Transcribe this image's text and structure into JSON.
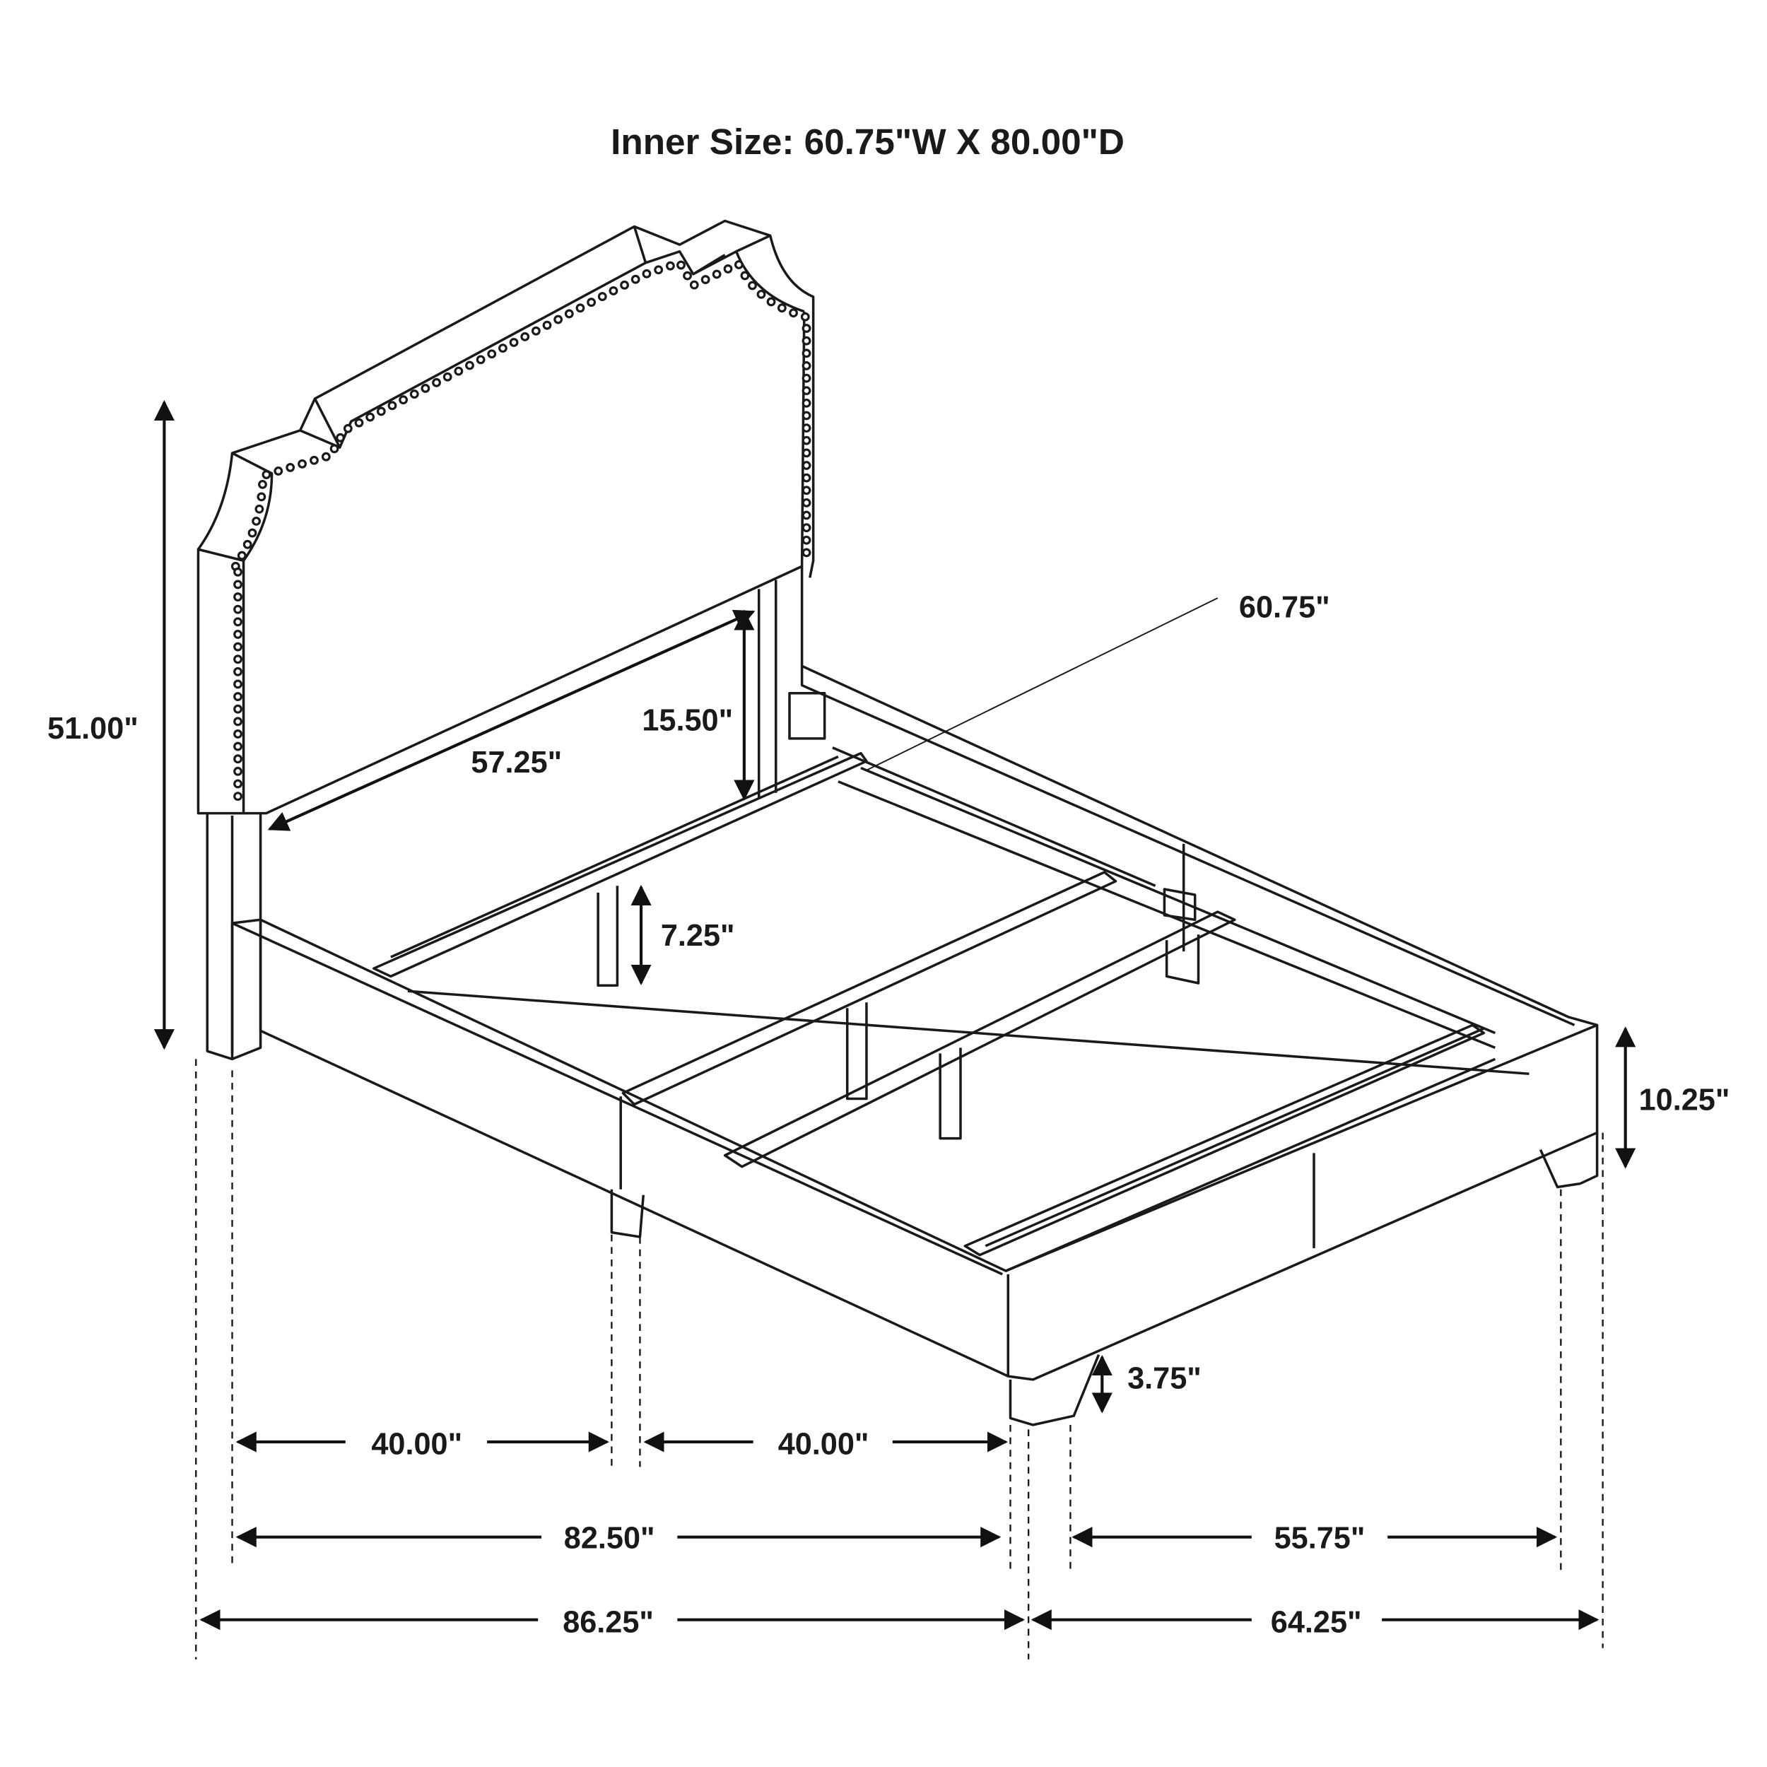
{
  "title": "Inner Size: 60.75\"W X 80.00\"D",
  "dimensions": {
    "overall_height": "51.00\"",
    "headboard_width": "57.25\"",
    "headboard_clearance": "15.50\"",
    "inner_width_diagonal": "60.75\"",
    "center_leg_height": "7.25\"",
    "rail_height": "10.25\"",
    "leg_height": "3.75\"",
    "leg_spacing_1": "40.00\"",
    "leg_spacing_2": "40.00\"",
    "leg_to_leg_length": "82.50\"",
    "leg_to_leg_width": "55.75\"",
    "overall_length": "86.25\"",
    "overall_width": "64.25\""
  },
  "colors": {
    "line": "#1a1a1a",
    "background": "#ffffff"
  }
}
